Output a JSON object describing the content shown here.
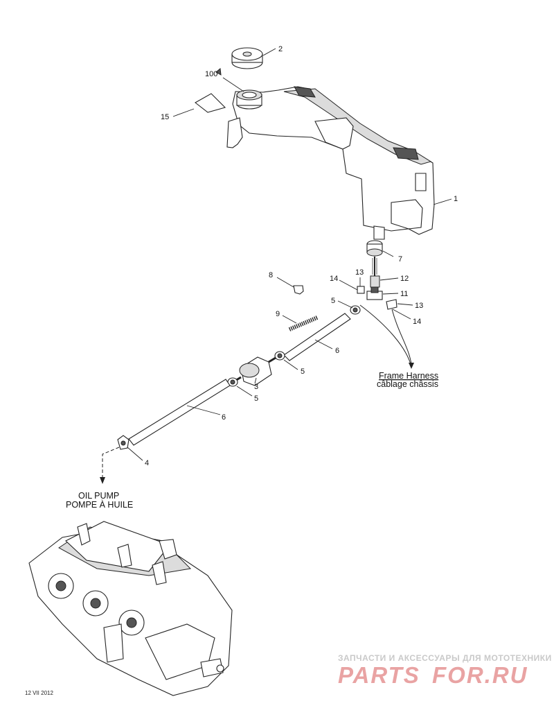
{
  "callouts": {
    "c1": "1",
    "c2": "2",
    "c100": "100",
    "c15": "15",
    "c7": "7",
    "c8": "8",
    "c13a": "13",
    "c14a": "14",
    "c12": "12",
    "c11": "11",
    "c5a": "5",
    "c13b": "13",
    "c14b": "14",
    "c9": "9",
    "c6a": "6",
    "c5b": "5",
    "c3": "3",
    "c5c": "5",
    "c6b": "6",
    "c4": "4"
  },
  "labels": {
    "frame_harness_en": "Frame Harness",
    "frame_harness_fr": "câblage châssis",
    "oil_pump_en": "OIL PUMP",
    "oil_pump_fr": "POMPE À HUILE"
  },
  "watermark": {
    "top": "ЗАПЧАСТИ И АКСЕССУАРЫ ДЛЯ МОТОТЕХНИКИ",
    "brand_left": "PARTS",
    "brand_right": "FOR.RU"
  },
  "code": "12 VII 2012",
  "colors": {
    "watermark_red": "#e9a3a3",
    "watermark_gray": "#cfcfcf",
    "line": "#222222"
  }
}
